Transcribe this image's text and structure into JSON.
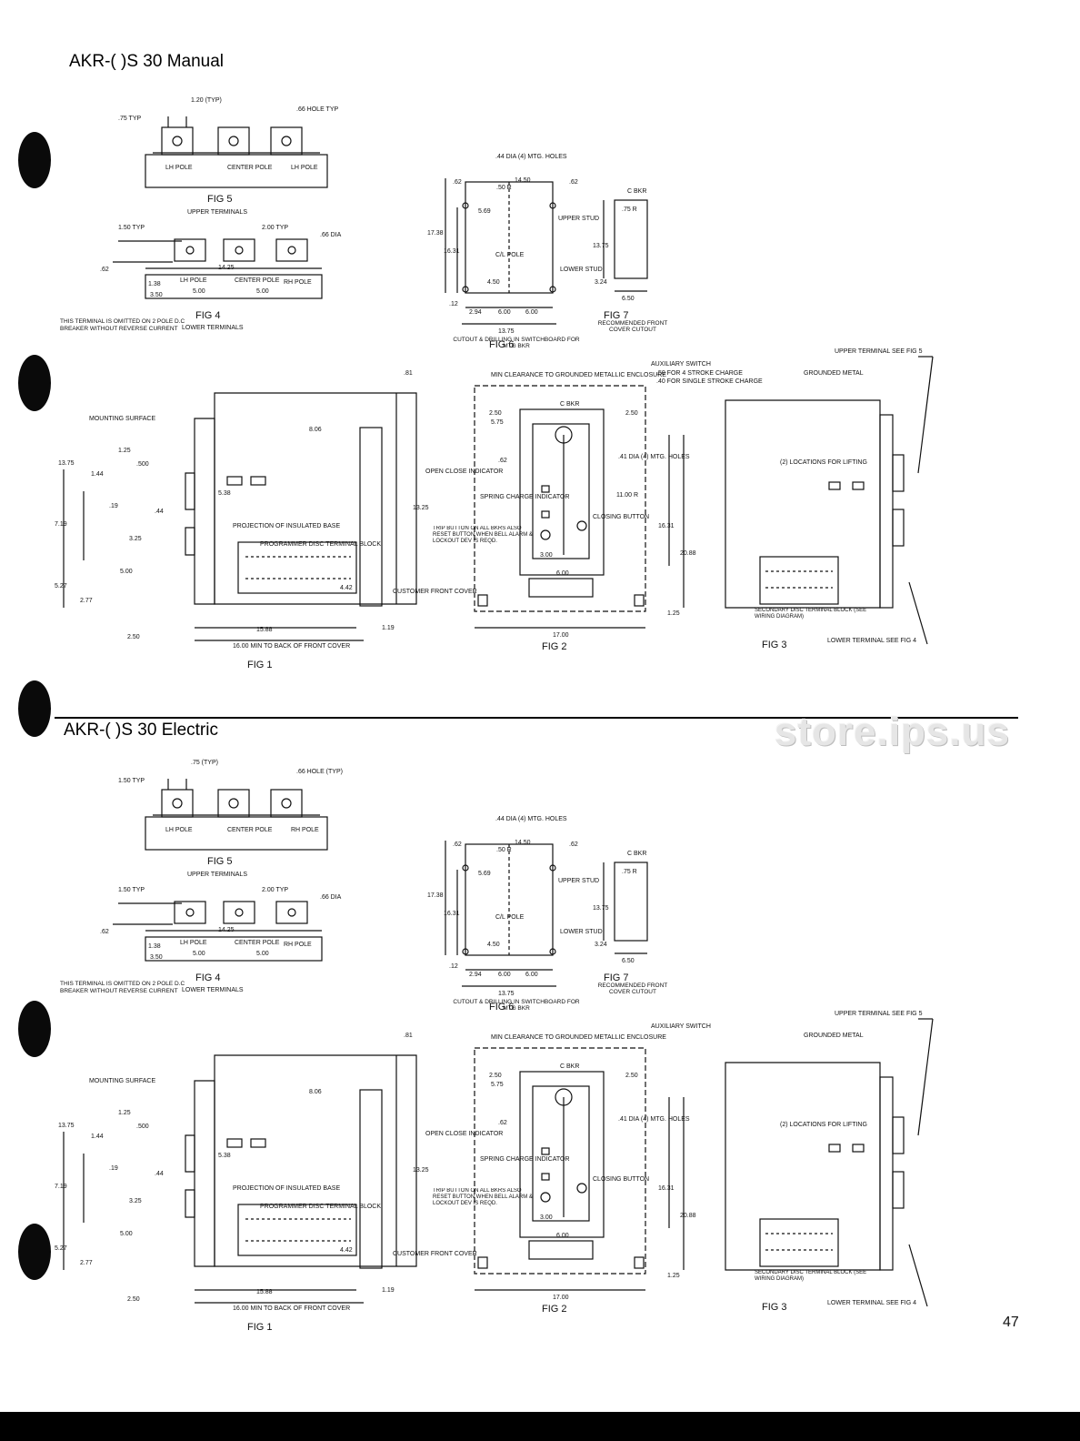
{
  "page": {
    "headings": {
      "manual": "AKR-( )S 30 Manual",
      "electric": "AKR-( )S 30 Electric"
    },
    "page_number": "47",
    "watermark": "store.ips.us"
  },
  "sections": [
    {
      "fig5": {
        "caption": "FIG 5",
        "subtitle": "UPPER TERMINALS",
        "dim_a": ".75 TYP",
        "dim_b": "1.20 (TYP)",
        "hole": ".66 HOLE TYP",
        "pole_l": "LH POLE",
        "pole_c": "CENTER POLE",
        "pole_r": "LH POLE"
      },
      "fig4": {
        "caption": "FIG 4",
        "subtitle": "LOWER TERMINALS",
        "d150": "1.50 TYP",
        "d200": "2.00 TYP",
        "dia": ".66 DIA",
        "d1425": "14.25",
        "d62": ".62",
        "d138": "1.38",
        "d350": "3.50",
        "d500a": "5.00",
        "d500b": "5.00",
        "pole_l": "LH POLE",
        "pole_c": "CENTER POLE",
        "pole_r": "RH POLE",
        "note": "THIS TERMINAL IS OMITTED ON 2 POLE D.C BREAKER WITHOUT REVERSE CURRENT"
      },
      "fig6": {
        "caption": "FIG 6",
        "subtitle": "CUTOUT & DRILLING IN SWITCHBOARD FOR MTG BKR",
        "holes": ".44 DIA (4) MTG. HOLES",
        "d62l": ".62",
        "d1450": "14.50",
        "d62r": ".62",
        "d50": ".50 R",
        "d569": "5.69",
        "d1738": "17.38",
        "d1631": "16.31",
        "d450": "4.50",
        "d12": ".12",
        "d294": "2.94",
        "d600a": "6.00",
        "d600b": "6.00",
        "d1375": "13.75",
        "upper": "UPPER STUD",
        "lower": "LOWER STUD",
        "center": "C/L POLE"
      },
      "fig7": {
        "caption": "FIG 7",
        "subtitle": "RECOMMENDED FRONT COVER CUTOUT",
        "cbkr": "C BKR",
        "d75": ".75 R",
        "d1375": "13.75",
        "d324": "3.24",
        "d650": "6.50"
      },
      "fig1": {
        "caption": "FIG 1",
        "mounting": "MOUNTING SURFACE",
        "d1375": "13.75",
        "d125": "1.25",
        "d500": ".500",
        "d144": "1.44",
        "d719": "7.19",
        "d19": ".19",
        "d44": ".44",
        "d325": "3.25",
        "d500b": "5.00",
        "d527": "5.27",
        "d277": "2.77",
        "d250": "2.50",
        "d538": "5.38",
        "d1588": "15.88",
        "d1600": "16.00 MIN TO BACK OF FRONT COVER",
        "d1325": "13.25",
        "d442": "4.42",
        "d806": "8.06",
        "d81": ".81",
        "d119": "1.19",
        "projection": "PROJECTION OF INSULATED BASE",
        "programmer": "PROGRAMMER DISC TERMINAL BLOCK",
        "customer": "CUSTOMER FRONT COVER"
      },
      "fig2": {
        "caption": "FIG 2",
        "clearance": "MIN CLEARANCE TO GROUNDED METALLIC ENCLOSURE",
        "aux": "AUXILIARY SWITCH",
        "aux_note_a": ".50 FOR 4 STROKE CHARGE",
        "aux_note_b": ".40 FOR SINGLE STROKE CHARGE",
        "cbkr": "C BKR",
        "d250a": "2.50",
        "d575": "5.75",
        "d250b": "2.50",
        "d62": ".62",
        "d41": ".41 DIA (4) MTG. HOLES",
        "d1100": "11.00 R",
        "d1631": "16.31",
        "d2088": "20.88",
        "d1700": "17.00",
        "d600": "6.00",
        "d300": "3.00",
        "d125": "1.25",
        "open_close": "OPEN CLOSE INDICATOR",
        "spring": "SPRING CHARGE INDICATOR",
        "trip": "TRIP BUTTON ON ALL BKRS ALSO RESET BUTTON WHEN BELL ALARM & LOCKOUT DEV IS REQD.",
        "closing": "CLOSING BUTTON"
      },
      "fig3": {
        "caption": "FIG 3",
        "upper": "UPPER TERMINAL SEE FIG 5",
        "grounded": "GROUNDED METAL",
        "lifting": "(2) LOCATIONS FOR LIFTING",
        "secondary": "SECONDARY DISC TERMINAL BLOCK (SEE WIRING DIAGRAM)",
        "lower": "LOWER TERMINAL SEE FIG 4"
      }
    },
    {
      "fig5": {
        "caption": "FIG 5",
        "subtitle": "UPPER TERMINALS",
        "dim_a": "1.50 TYP",
        "dim_b": ".75 (TYP)",
        "hole": ".66 HOLE (TYP)",
        "pole_l": "LH POLE",
        "pole_c": "CENTER POLE",
        "pole_r": "RH POLE"
      },
      "fig4": {
        "caption": "FIG 4",
        "subtitle": "LOWER TERMINALS",
        "d150": "1.50 TYP",
        "d200": "2.00 TYP",
        "dia": ".66 DIA",
        "d1425": "14.25",
        "d62": ".62",
        "d138": "1.38",
        "d350": "3.50",
        "d500a": "5.00",
        "d500b": "5.00",
        "pole_l": "LH POLE",
        "pole_c": "CENTER POLE",
        "pole_r": "RH POLE",
        "note": "THIS TERMINAL IS OMITTED ON 2 POLE D.C BREAKER WITHOUT REVERSE CURRENT"
      },
      "fig6": {
        "caption": "FIG 6",
        "subtitle": "CUTOUT & DRILLING IN SWITCHBOARD FOR MTG BKR",
        "holes": ".44 DIA (4) MTG. HOLES",
        "d62l": ".62",
        "d1450": "14.50",
        "d62r": ".62",
        "d50": ".50 R",
        "d569": "5.69",
        "d1738": "17.38",
        "d1631": "16.31",
        "d450": "4.50",
        "d12": ".12",
        "d294": "2.94",
        "d600a": "6.00",
        "d600b": "6.00",
        "d1375": "13.75",
        "upper": "UPPER STUD",
        "lower": "LOWER STUD",
        "center": "C/L POLE"
      },
      "fig7": {
        "caption": "FIG 7",
        "subtitle": "RECOMMENDED FRONT COVER CUTOUT",
        "cbkr": "C BKR",
        "d75": ".75 R",
        "d1375": "13.75",
        "d324": "3.24",
        "d650": "6.50"
      },
      "fig1": {
        "caption": "FIG 1",
        "mounting": "MOUNTING SURFACE",
        "d1375": "13.75",
        "d125": "1.25",
        "d500": ".500",
        "d144": "1.44",
        "d719": "7.19",
        "d19": ".19",
        "d44": ".44",
        "d325": "3.25",
        "d500b": "5.00",
        "d527": "5.27",
        "d277": "2.77",
        "d250": "2.50",
        "d538": "5.38",
        "d1588": "15.88",
        "d1600": "16.00 MIN TO BACK OF FRONT COVER",
        "d1325": "13.25",
        "d442": "4.42",
        "d806": "8.06",
        "d81": ".81",
        "d119": "1.19",
        "projection": "PROJECTION OF INSULATED BASE",
        "programmer": "PROGRAMMER DISC TERMINAL BLOCK",
        "customer": "CUSTOMER FRONT COVER"
      },
      "fig2": {
        "caption": "FIG 2",
        "clearance": "MIN CLEARANCE TO GROUNDED METALLIC ENCLOSURE",
        "aux": "AUXILIARY SWITCH",
        "aux_note_a": "",
        "aux_note_b": "",
        "cbkr": "C BKR",
        "d250a": "2.50",
        "d575": "5.75",
        "d250b": "2.50",
        "d62": ".62",
        "d41": ".41 DIA (4) MTG. HOLES",
        "d1100": "",
        "d1631": "16.31",
        "d2088": "20.88",
        "d1700": "17.00",
        "d600": "6.00",
        "d300": "3.00",
        "d125": "1.25",
        "open_close": "OPEN CLOSE INDICATOR",
        "spring": "SPRING CHARGE INDICATOR",
        "trip": "TRIP BUTTON ON ALL BKRS ALSO RESET BUTTON WHEN BELL ALARM & LOCKOUT DEV IS REQD.",
        "closing": "CLOSING BUTTON"
      },
      "fig3": {
        "caption": "FIG 3",
        "upper": "UPPER TERMINAL SEE FIG 5",
        "grounded": "GROUNDED METAL",
        "lifting": "(2) LOCATIONS FOR LIFTING",
        "secondary": "SECONDARY DISC TERMINAL BLOCK (SEE WIRING DIAGRAM)",
        "lower": "LOWER TERMINAL SEE FIG 4"
      }
    }
  ]
}
